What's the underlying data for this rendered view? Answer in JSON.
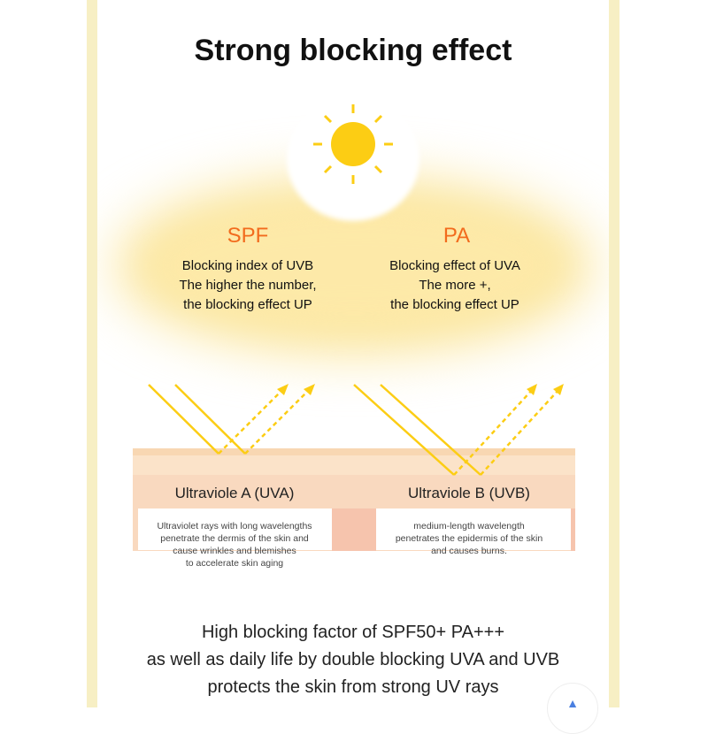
{
  "title": "Strong blocking effect",
  "spf": {
    "heading": "SPF",
    "lines": [
      "Blocking index of UVB",
      "The higher the number,",
      "the blocking effect UP"
    ]
  },
  "pa": {
    "heading": "PA",
    "lines": [
      "Blocking effect of UVA",
      "The more +,",
      "the blocking effect UP"
    ]
  },
  "uva": {
    "label": "Ultraviole A (UVA)",
    "lines": [
      "Ultraviolet rays with long wavelengths",
      "penetrate the dermis of the skin and",
      "cause wrinkles and blemishes",
      "to accelerate skin aging"
    ]
  },
  "uvb": {
    "label": "Ultraviole B (UVB)",
    "lines": [
      "medium-length wavelength",
      "penetrates the epidermis of the skin",
      "and causes burns."
    ]
  },
  "bottom": [
    "High blocking factor of SPF50+ PA+++",
    "as well as daily life by double blocking UVA and UVB",
    "protects the skin from strong UV rays"
  ],
  "colors": {
    "accent": "#f26b1d",
    "sun": "#fccd14",
    "side": "#f7efc4"
  },
  "icons": {
    "sun": "sun-icon",
    "scroll_top": "chevron-up-icon"
  }
}
